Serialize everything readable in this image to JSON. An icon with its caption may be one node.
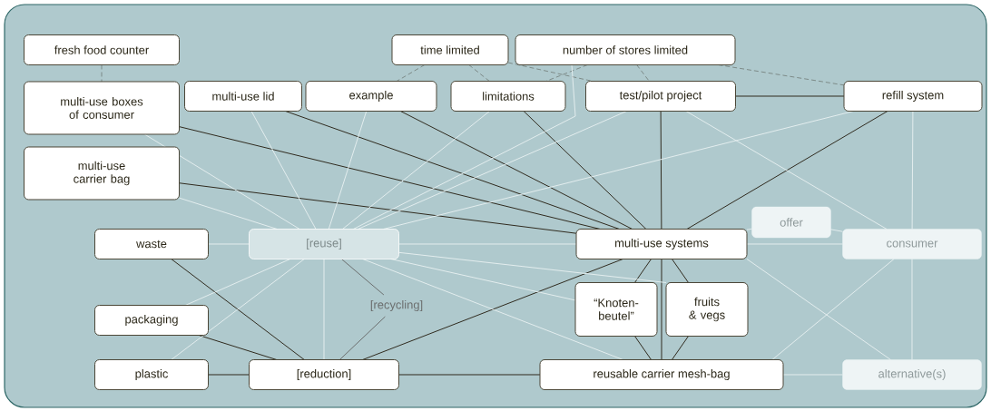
{
  "diagram": {
    "nodes": [
      {
        "text": [
          "fresh food counter"
        ]
      },
      {
        "text": [
          "multi-use boxes of consumer"
        ]
      },
      {
        "text": [
          "multi-use lid"
        ]
      },
      {
        "text": [
          "example"
        ]
      },
      {
        "text": [
          "time limited"
        ]
      },
      {
        "text": [
          "number of stores limited"
        ]
      },
      {
        "text": [
          "limitations"
        ]
      },
      {
        "text": [
          "test/pilot project"
        ]
      },
      {
        "text": [
          "refill system"
        ]
      },
      {
        "text": [
          "multi-use carrier bag"
        ]
      },
      {
        "text": [
          "waste"
        ]
      },
      {
        "text": [
          "[reuse]"
        ]
      },
      {
        "text": [
          "offer"
        ]
      },
      {
        "text": [
          "multi-use systems"
        ]
      },
      {
        "text": [
          "consumer"
        ]
      },
      {
        "text": [
          "[recycling]"
        ]
      },
      {
        "text": [
          "“Knoten-beutel”"
        ]
      },
      {
        "text": [
          "fruits & vegs"
        ]
      },
      {
        "text": [
          "packaging"
        ]
      },
      {
        "text": [
          "plastic"
        ]
      },
      {
        "text": [
          "[reduction]"
        ]
      },
      {
        "text": [
          "reusable carrier mesh-bag"
        ]
      },
      {
        "text": [
          "alternative(s)"
        ]
      }
    ],
    "edges": [
      {
        "from": 0,
        "to": 1,
        "arrow": "none",
        "style": "dashed"
      },
      {
        "from": 4,
        "to": 3,
        "arrow": "none",
        "style": "dashed"
      },
      {
        "from": 4,
        "to": 6,
        "arrow": "none",
        "style": "dashed"
      },
      {
        "from": 4,
        "to": 7,
        "arrow": "none",
        "style": "dashed"
      },
      {
        "from": 5,
        "to": 6,
        "arrow": "none",
        "style": "dashed"
      },
      {
        "from": 5,
        "to": 7,
        "arrow": "none",
        "style": "dashed"
      },
      {
        "from": 5,
        "to": 8,
        "arrow": "none",
        "style": "dashed"
      },
      {
        "from": 7,
        "to": 8,
        "arrow": "none"
      },
      {
        "from": 1,
        "to": 13,
        "arrow": "none"
      },
      {
        "from": 2,
        "to": 13,
        "arrow": "none"
      },
      {
        "from": 3,
        "to": 13,
        "arrow": "none"
      },
      {
        "from": 6,
        "to": 13,
        "arrow": "none"
      },
      {
        "from": 7,
        "to": 13,
        "arrow": "none"
      },
      {
        "from": 8,
        "to": 13,
        "arrow": "none"
      },
      {
        "from": 9,
        "to": 13,
        "arrow": "none"
      },
      {
        "from": 10,
        "to": 20,
        "arrow": "none"
      },
      {
        "from": 18,
        "to": 20,
        "arrow": "none"
      },
      {
        "from": 19,
        "to": 20,
        "arrow": "none"
      },
      {
        "from": 20,
        "to": 13,
        "arrow": "none"
      },
      {
        "from": 20,
        "to": 21,
        "arrow": "none"
      },
      {
        "from": 13,
        "to": 16,
        "arrow": "none"
      },
      {
        "from": 13,
        "to": 17,
        "arrow": "none"
      },
      {
        "from": 16,
        "to": 21,
        "arrow": "none"
      },
      {
        "from": 17,
        "to": 21,
        "arrow": "none"
      },
      {
        "from": 13,
        "to": 21,
        "arrow": "none"
      },
      {
        "from": 11,
        "to": 15,
        "arrow": "none",
        "color": "#6b6e6e"
      },
      {
        "from": 15,
        "to": 20,
        "arrow": "none",
        "color": "#6b6e6e"
      },
      {
        "from": 11,
        "to": 1,
        "arrow": "none",
        "color": "#e3edee"
      },
      {
        "from": 11,
        "to": 2,
        "arrow": "none",
        "color": "#e3edee"
      },
      {
        "from": 11,
        "to": 3,
        "arrow": "none",
        "color": "#e3edee"
      },
      {
        "from": 11,
        "to": 6,
        "arrow": "none",
        "color": "#e3edee"
      },
      {
        "from": 11,
        "to": 5,
        "arrow": "none",
        "color": "#e3edee"
      },
      {
        "from": 11,
        "to": 7,
        "arrow": "none",
        "color": "#e3edee"
      },
      {
        "from": 11,
        "to": 8,
        "arrow": "none",
        "color": "#e3edee"
      },
      {
        "from": 11,
        "to": 9,
        "arrow": "none",
        "color": "#e3edee"
      },
      {
        "from": 11,
        "to": 10,
        "arrow": "none",
        "color": "#e3edee"
      },
      {
        "from": 11,
        "to": 13,
        "arrow": "none",
        "color": "#e3edee"
      },
      {
        "from": 11,
        "to": 18,
        "arrow": "none",
        "color": "#e3edee"
      },
      {
        "from": 11,
        "to": 19,
        "arrow": "none",
        "color": "#e3edee"
      },
      {
        "from": 11,
        "to": 20,
        "arrow": "none",
        "color": "#e3edee"
      },
      {
        "from": 11,
        "to": 16,
        "arrow": "none",
        "color": "#e3edee"
      },
      {
        "from": 11,
        "to": 17,
        "arrow": "none",
        "color": "#e3edee"
      },
      {
        "from": 11,
        "to": 21,
        "arrow": "none",
        "color": "#e3edee"
      },
      {
        "from": 7,
        "to": 14,
        "arrow": "none",
        "color": "#e3edee"
      },
      {
        "from": 8,
        "to": 14,
        "arrow": "none",
        "color": "#e3edee"
      },
      {
        "from": 14,
        "to": 22,
        "arrow": "none",
        "color": "#e3edee"
      },
      {
        "from": 13,
        "to": 12,
        "arrow": "none",
        "color": "#e3edee"
      },
      {
        "from": 12,
        "to": 14,
        "arrow": "none",
        "color": "#e3edee"
      },
      {
        "from": 13,
        "to": 14,
        "arrow": "none",
        "color": "#e3edee"
      },
      {
        "from": 13,
        "to": 22,
        "arrow": "none",
        "color": "#e3edee"
      },
      {
        "from": 21,
        "to": 14,
        "arrow": "none",
        "color": "#e3edee"
      },
      {
        "from": 21,
        "to": 22,
        "arrow": "none",
        "color": "#e3edee"
      }
    ]
  }
}
